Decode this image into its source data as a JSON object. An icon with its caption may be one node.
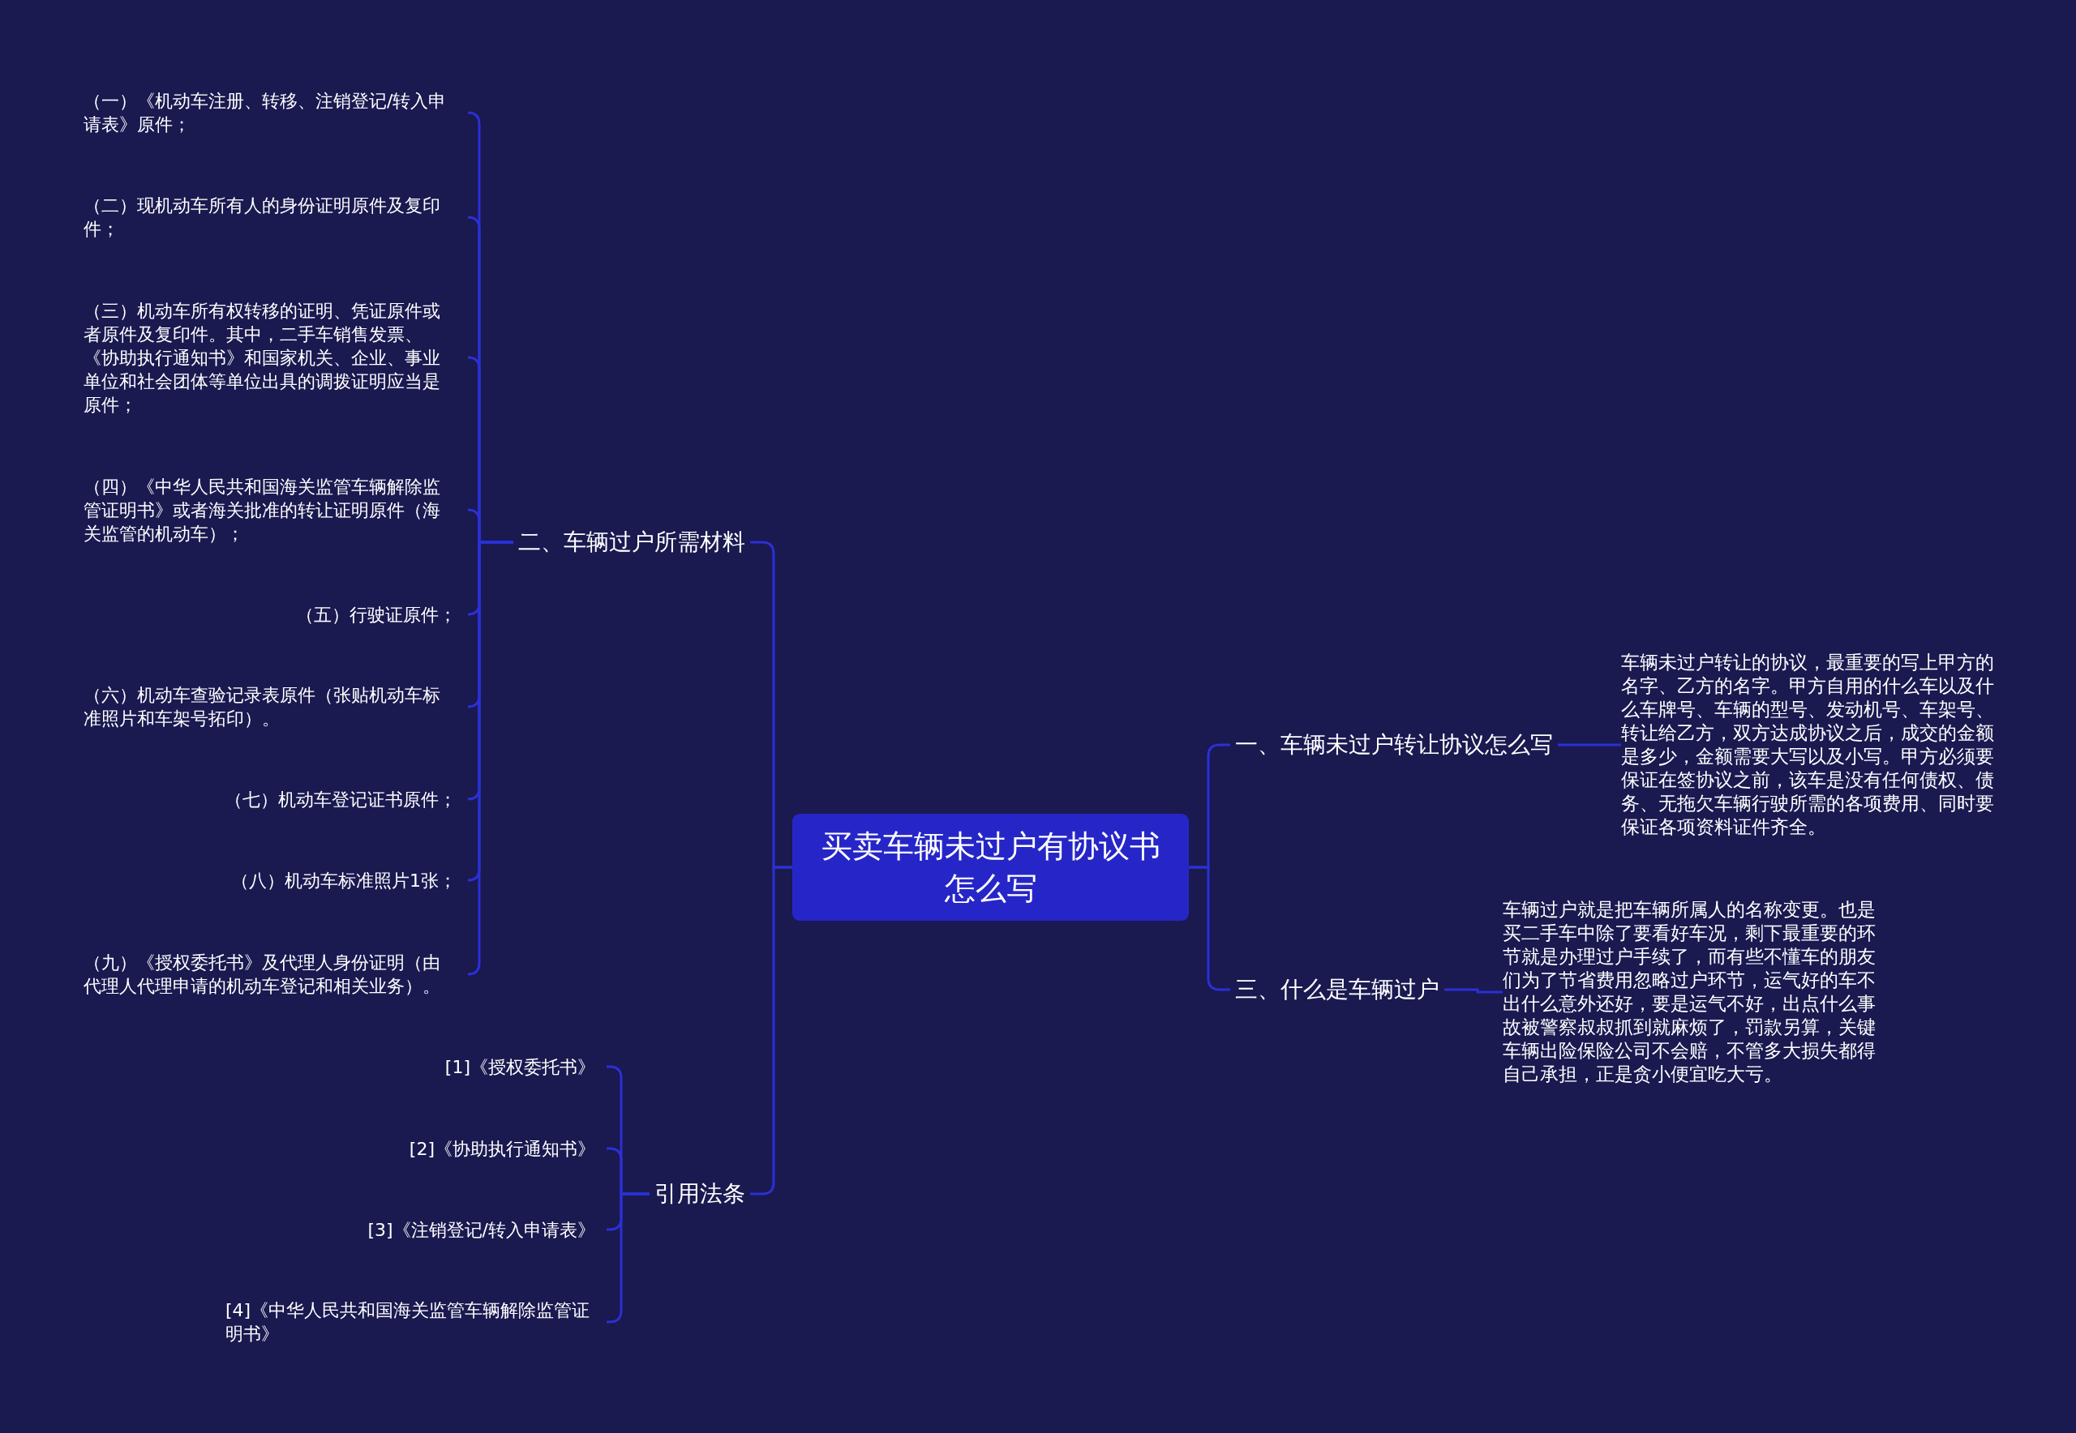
{
  "diagram": {
    "nodes": [
      {
        "text": [
          "买卖车辆未过户有协议书怎么写"
        ]
      },
      {
        "text": [
          "一、车辆未过户转让协议怎么写"
        ]
      },
      {
        "text": [
          "车辆未过户转让的协议，最重要的写上甲方的名字、乙方的名字。甲方自用的什么车以及什么车牌号、车辆的型号、发动机号、车架号、转让给乙方，双方达成协议之后，成交的金额是多少，金额需要大写以及小写。甲方必须要保证在签协议之前，该车是没有任何债权、债务、无拖欠车辆行驶所需的各项费用、同时要保证各项资料证件齐全。"
        ]
      },
      {
        "text": [
          "三、什么是车辆过户"
        ]
      },
      {
        "text": [
          "车辆过户就是把车辆所属人的名称变更。也是买二手车中除了要看好车况，剩下最重要的环节就是办理过户手续了，而有些不懂车的朋友们为了节省费用忽略过户环节，运气好的车不出什么意外还好，要是运气不好，出点什么事故被警察叔叔抓到就麻烦了，罚款另算，关键车辆出险保险公司不会赔，不管多大损失都得自己承担，正是贪小便宜吃大亏。"
        ]
      },
      {
        "text": [
          "二、车辆过户所需材料"
        ]
      },
      {
        "text": [
          "（一）《机动车注册、转移、注销登记/转入申请表》原件；"
        ]
      },
      {
        "text": [
          "（二）现机动车所有人的身份证明原件及复印件；"
        ]
      },
      {
        "text": [
          "（三）机动车所有权转移的证明、凭证原件或者原件及复印件。其中，二手车销售发票、《协助执行通知书》和国家机关、企业、事业单位和社会团体等单位出具的调拨证明应当是原件；"
        ]
      },
      {
        "text": [
          "（四）《中华人民共和国海关监管车辆解除监管证明书》或者海关批准的转让证明原件（海关监管的机动车）；"
        ]
      },
      {
        "text": [
          "（五）行驶证原件；"
        ]
      },
      {
        "text": [
          "（六）机动车查验记录表原件（张贴机动车标准照片和车架号拓印）。"
        ]
      },
      {
        "text": [
          "（七）机动车登记证书原件；"
        ]
      },
      {
        "text": [
          "（八）机动车标准照片1张；"
        ]
      },
      {
        "text": [
          "（九）《授权委托书》及代理人身份证明（由代理人代理申请的机动车登记和相关业务）。"
        ]
      },
      {
        "text": [
          "引用法条"
        ]
      },
      {
        "text": [
          "[1]《授权委托书》"
        ]
      },
      {
        "text": [
          "[2]《协助执行通知书》"
        ]
      },
      {
        "text": [
          "[3]《注销登记/转入申请表》"
        ]
      },
      {
        "text": [
          "[4]《中华人民共和国海关监管车辆解除监管证明书》"
        ]
      }
    ],
    "edges": [
      {
        "from": 0,
        "to": 1,
        "arrow": "none"
      },
      {
        "from": 1,
        "to": 2,
        "arrow": "none"
      },
      {
        "from": 0,
        "to": 3,
        "arrow": "none"
      },
      {
        "from": 3,
        "to": 4,
        "arrow": "none"
      },
      {
        "from": 0,
        "to": 5,
        "arrow": "none"
      },
      {
        "from": 5,
        "to": 6,
        "arrow": "none"
      },
      {
        "from": 5,
        "to": 7,
        "arrow": "none"
      },
      {
        "from": 5,
        "to": 8,
        "arrow": "none"
      },
      {
        "from": 5,
        "to": 9,
        "arrow": "none"
      },
      {
        "from": 5,
        "to": 10,
        "arrow": "none"
      },
      {
        "from": 5,
        "to": 11,
        "arrow": "none"
      },
      {
        "from": 5,
        "to": 12,
        "arrow": "none"
      },
      {
        "from": 5,
        "to": 13,
        "arrow": "none"
      },
      {
        "from": 5,
        "to": 14,
        "arrow": "none"
      },
      {
        "from": 0,
        "to": 15,
        "arrow": "none"
      },
      {
        "from": 15,
        "to": 16,
        "arrow": "none"
      },
      {
        "from": 15,
        "to": 17,
        "arrow": "none"
      },
      {
        "from": 15,
        "to": 18,
        "arrow": "none"
      },
      {
        "from": 15,
        "to": 19,
        "arrow": "none"
      }
    ]
  }
}
